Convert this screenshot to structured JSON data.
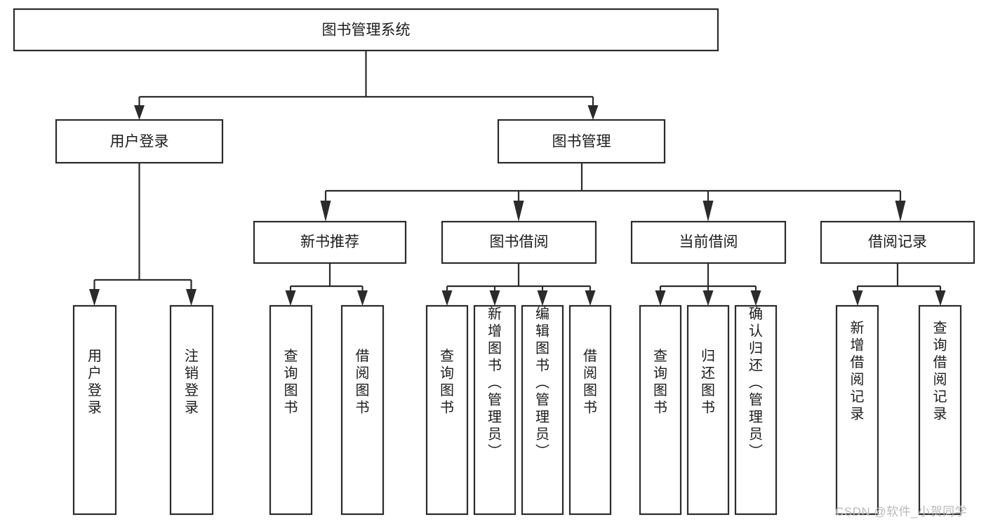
{
  "diagram": {
    "type": "tree-hierarchy-chart",
    "title": "图书管理系统",
    "watermark": "CSDN @软件_小贺同学",
    "colors": {
      "stroke": "#2b2b2b",
      "fill": "#ffffff",
      "text": "#1c1c1c",
      "watermark": "#b9b9b9",
      "background": "#ffffff"
    },
    "levels": {
      "level1": [
        {
          "id": "root",
          "label": "图书管理系统",
          "orientation": "horizontal"
        }
      ],
      "level2": [
        {
          "id": "user-login",
          "label": "用户登录",
          "orientation": "horizontal"
        },
        {
          "id": "book-management",
          "label": "图书管理",
          "orientation": "horizontal"
        }
      ],
      "level3": [
        {
          "id": "new-book-recommend",
          "label": "新书推荐",
          "orientation": "horizontal"
        },
        {
          "id": "book-borrow",
          "label": "图书借阅",
          "orientation": "horizontal"
        },
        {
          "id": "current-borrow",
          "label": "当前借阅",
          "orientation": "horizontal"
        },
        {
          "id": "borrow-record",
          "label": "借阅记录",
          "orientation": "horizontal"
        }
      ],
      "level4": [
        {
          "id": "leaf-user-login",
          "label": "用户登录",
          "orientation": "vertical",
          "parent": "user-login"
        },
        {
          "id": "leaf-logout-login",
          "label": "注销登录",
          "orientation": "vertical",
          "parent": "user-login"
        },
        {
          "id": "leaf-query-book-1",
          "label": "查询图书",
          "orientation": "vertical",
          "parent": "new-book-recommend"
        },
        {
          "id": "leaf-borrow-book-1",
          "label": "借阅图书",
          "orientation": "vertical",
          "parent": "new-book-recommend"
        },
        {
          "id": "leaf-query-book-2",
          "label": "查询图书",
          "orientation": "vertical",
          "parent": "book-borrow"
        },
        {
          "id": "leaf-add-book",
          "label": "新增图书（管理员）",
          "orientation": "vertical",
          "parent": "book-borrow"
        },
        {
          "id": "leaf-edit-book",
          "label": "编辑图书（管理员）",
          "orientation": "vertical",
          "parent": "book-borrow"
        },
        {
          "id": "leaf-borrow-book-2",
          "label": "借阅图书",
          "orientation": "vertical",
          "parent": "book-borrow"
        },
        {
          "id": "leaf-query-book-3",
          "label": "查询图书",
          "orientation": "vertical",
          "parent": "current-borrow"
        },
        {
          "id": "leaf-return-book",
          "label": "归还图书",
          "orientation": "vertical",
          "parent": "current-borrow"
        },
        {
          "id": "leaf-confirm-return",
          "label": "确认归还（管理员）",
          "orientation": "vertical",
          "parent": "current-borrow"
        },
        {
          "id": "leaf-add-record",
          "label": "新增借阅记录",
          "orientation": "vertical",
          "parent": "borrow-record"
        },
        {
          "id": "leaf-query-record",
          "label": "查询借阅记录",
          "orientation": "vertical",
          "parent": "borrow-record"
        }
      ]
    }
  }
}
